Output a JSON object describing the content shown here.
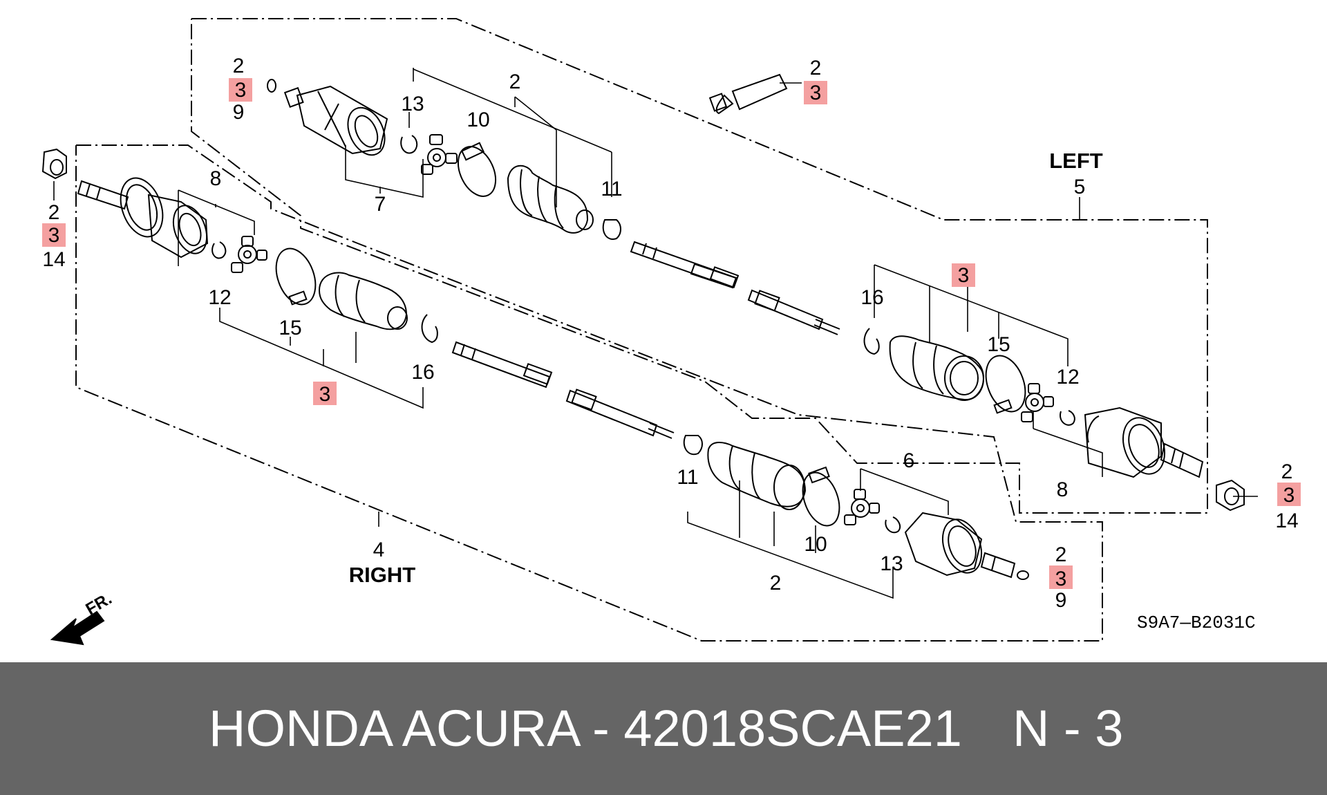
{
  "diagram": {
    "side_labels": {
      "left": "LEFT",
      "right": "RIGHT"
    },
    "front_marker": "FR.",
    "diagram_code": "S9A7—B2031C",
    "highlight_color": "#f4a0a0",
    "callouts": {
      "c_tl_2": "2",
      "c_tl_3": "3",
      "c_tl_9": "9",
      "c_grease_2": "2",
      "c_grease_3": "3",
      "c_top_13": "13",
      "c_top_2": "2",
      "c_top_10": "10",
      "c_top_7": "7",
      "c_top_11": "11",
      "c_left_5": "5",
      "c_nut_l_2": "2",
      "c_nut_l_3": "3",
      "c_nut_l_14": "14",
      "c_r_8": "8",
      "c_r_12": "12",
      "c_r_15": "15",
      "c_r_3": "3",
      "c_r_16": "16",
      "c_l_3": "3",
      "c_l_16": "16",
      "c_l_15": "15",
      "c_l_12": "12",
      "c_l_8": "8",
      "c_nut_r_2": "2",
      "c_nut_r_3": "3",
      "c_nut_r_14": "14",
      "c_b_6": "6",
      "c_b_11": "11",
      "c_b_10": "10",
      "c_b_13": "13",
      "c_b_2": "2",
      "c_br_2": "2",
      "c_br_3": "3",
      "c_br_9": "9",
      "c_right_4": "4"
    }
  },
  "footer": {
    "part_text": "HONDA ACURA - 42018SCAE21",
    "qty_text": "N - 3"
  }
}
